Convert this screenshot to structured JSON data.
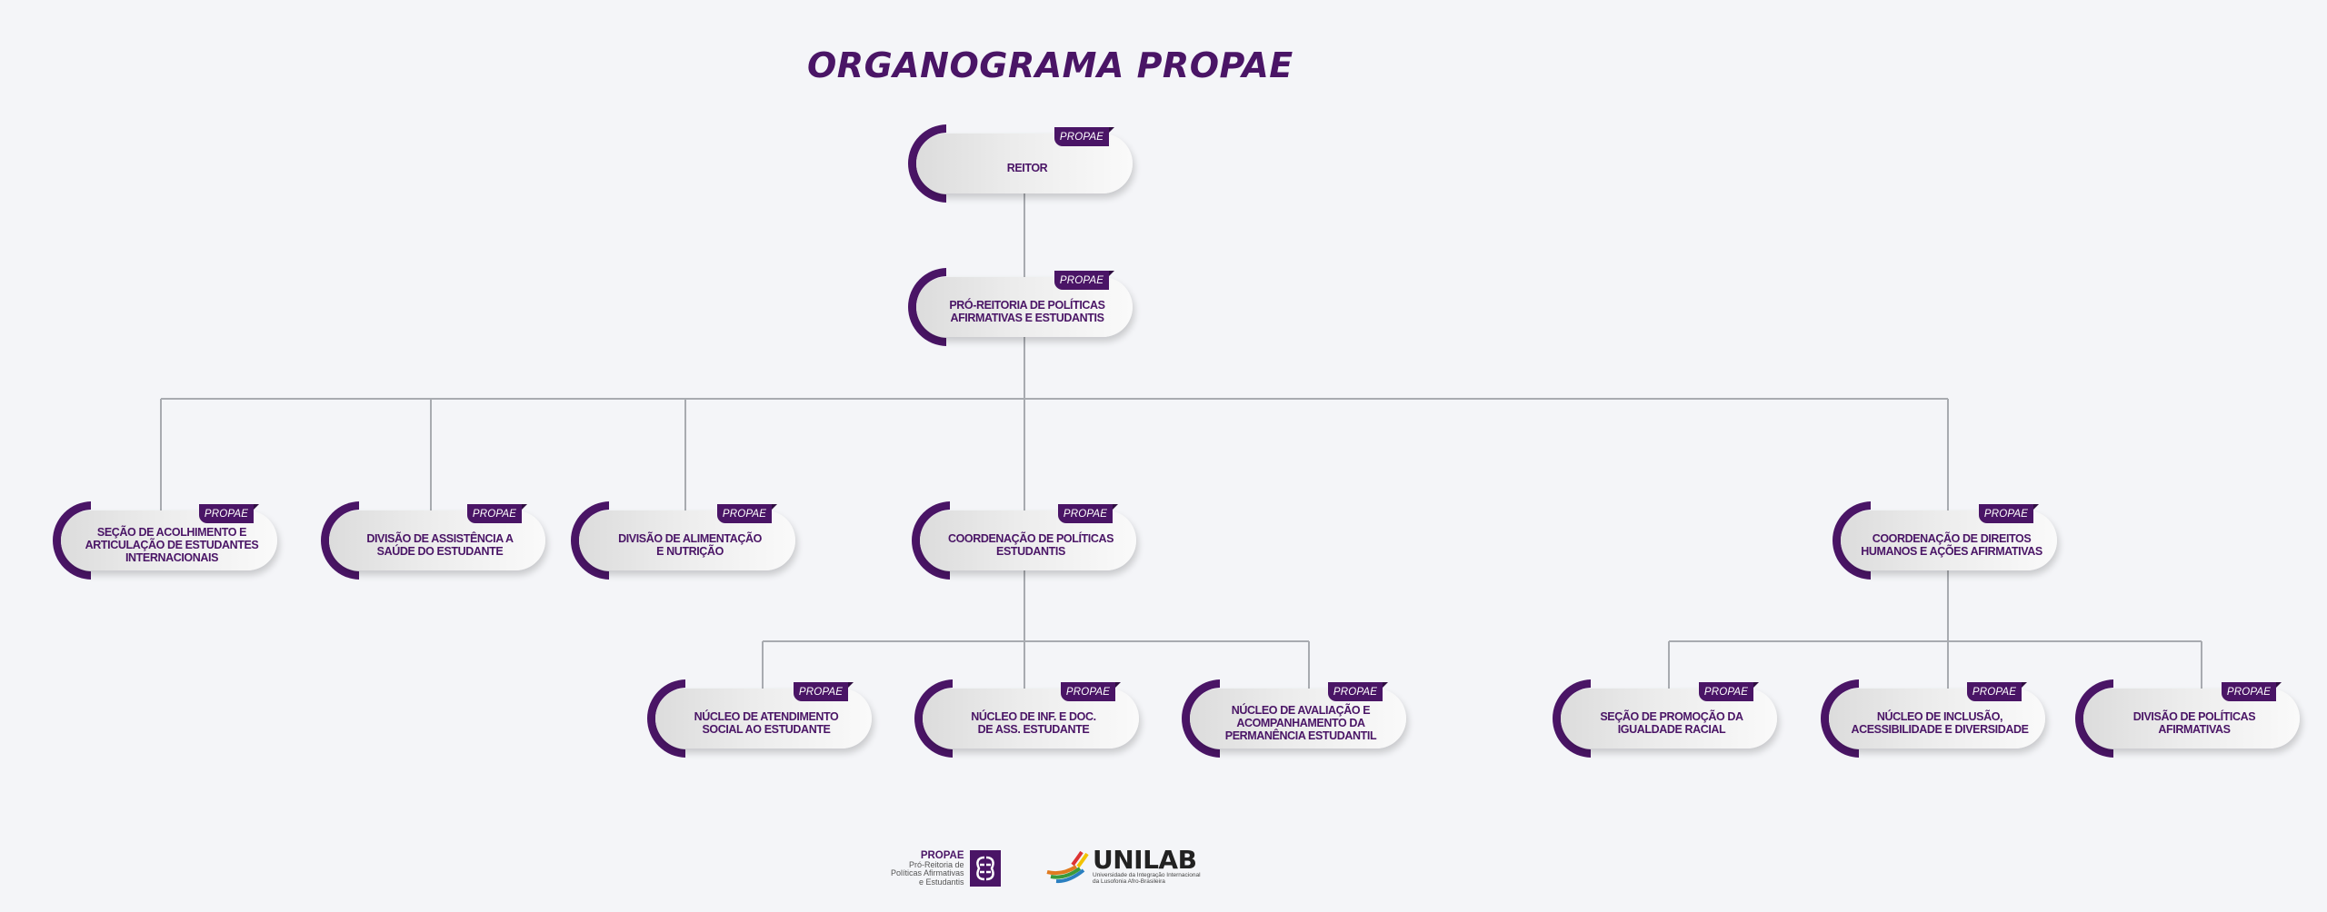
{
  "title": "ORGANOGRAMA PROPAE",
  "tag_label": "PROPAE",
  "colors": {
    "primary": "#4a1566",
    "connector": "#a8abb0",
    "background": "#f4f5f8"
  },
  "nodes": {
    "reitor": {
      "label": "REITOR"
    },
    "pro_reitoria": {
      "label": "PRÓ-REITORIA DE POLÍTICAS\nAFIRMATIVAS E ESTUDANTIS"
    },
    "secao_acolhimento": {
      "label": "SEÇÃO DE ACOLHIMENTO E\nARTICULAÇÃO DE ESTUDANTES\nINTERNACIONAIS"
    },
    "divisao_saude": {
      "label": "DIVISÃO DE ASSISTÊNCIA A\nSAÚDE DO ESTUDANTE"
    },
    "divisao_alimentacao": {
      "label": "DIVISÃO DE ALIMENTAÇÃO\nE NUTRIÇÃO"
    },
    "coord_politicas_estudantis": {
      "label": "COORDENAÇÃO DE POLÍTICAS\nESTUDANTIS"
    },
    "coord_direitos_humanos": {
      "label": "COORDENAÇÃO DE DIREITOS\nHUMANOS E AÇÕES AFIRMATIVAS"
    },
    "nucleo_atendimento_social": {
      "label": "NÚCLEO DE ATENDIMENTO\nSOCIAL AO ESTUDANTE"
    },
    "nucleo_inf_doc": {
      "label": "NÚCLEO DE INF. E DOC.\nDE ASS. ESTUDANTE"
    },
    "nucleo_avaliacao": {
      "label": "NÚCLEO DE AVALIAÇÃO E\nACOMPANHAMENTO DA\nPERMANÊNCIA ESTUDANTIL"
    },
    "secao_igualdade_racial": {
      "label": "SEÇÃO DE PROMOÇÃO DA\nIGUALDADE RACIAL"
    },
    "nucleo_inclusao": {
      "label": "NÚCLEO DE INCLUSÃO,\nACESSIBILIDADE E DIVERSIDADE"
    },
    "divisao_politicas_afirmativas": {
      "label": "DIVISÃO DE POLÍTICAS\nAFIRMATIVAS"
    }
  },
  "hierarchy": [
    {
      "parent": "reitor",
      "children": [
        "pro_reitoria"
      ]
    },
    {
      "parent": "pro_reitoria",
      "children": [
        "secao_acolhimento",
        "divisao_saude",
        "divisao_alimentacao",
        "coord_politicas_estudantis",
        "coord_direitos_humanos"
      ]
    },
    {
      "parent": "coord_politicas_estudantis",
      "children": [
        "nucleo_atendimento_social",
        "nucleo_inf_doc",
        "nucleo_avaliacao"
      ]
    },
    {
      "parent": "coord_direitos_humanos",
      "children": [
        "secao_igualdade_racial",
        "nucleo_inclusao",
        "divisao_politicas_afirmativas"
      ]
    }
  ],
  "footer": {
    "propae_logo": {
      "name": "PROPAE",
      "line1": "Pró-Reitoria de",
      "line2": "Políticas Afirmativas",
      "line3": "e Estudantis"
    },
    "unilab_logo": {
      "name": "UNILAB",
      "line1": "Universidade da Integração Internacional",
      "line2": "da Lusofonia Afro-Brasileira"
    }
  }
}
